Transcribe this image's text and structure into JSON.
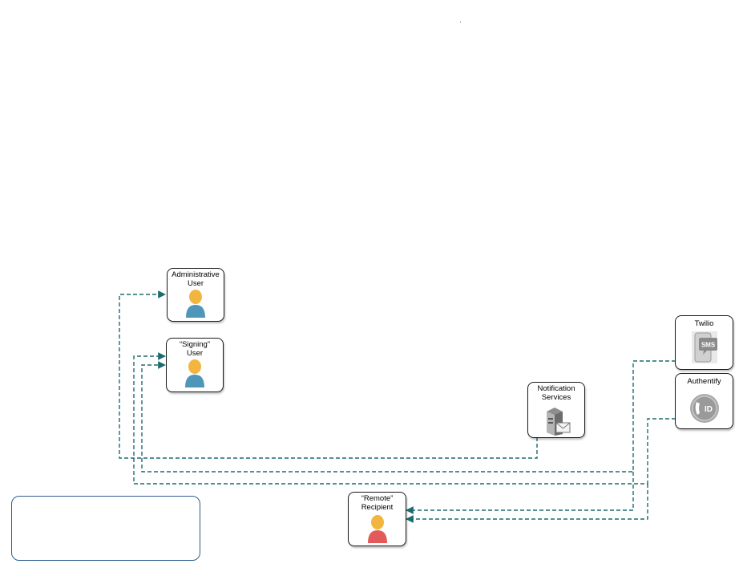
{
  "nodes": {
    "admin_user": {
      "label": "Administrative\nUser"
    },
    "signing_user": {
      "label": "“Signing”\nUser"
    },
    "notification_services": {
      "label": "Notification\nServices"
    },
    "twilio": {
      "label": "Twilio"
    },
    "authentify": {
      "label": "Authentify"
    },
    "remote_recipient": {
      "label": "“Remote”\nRecipient"
    }
  },
  "icons": {
    "sms_badge": "SMS",
    "id_badge": "ID"
  },
  "colors": {
    "connector": "#1c6b70",
    "user_blue": "#4f97b8",
    "user_red": "#e35a5a",
    "skin": "#f2b640",
    "legend_border": "#2e5f8a"
  }
}
